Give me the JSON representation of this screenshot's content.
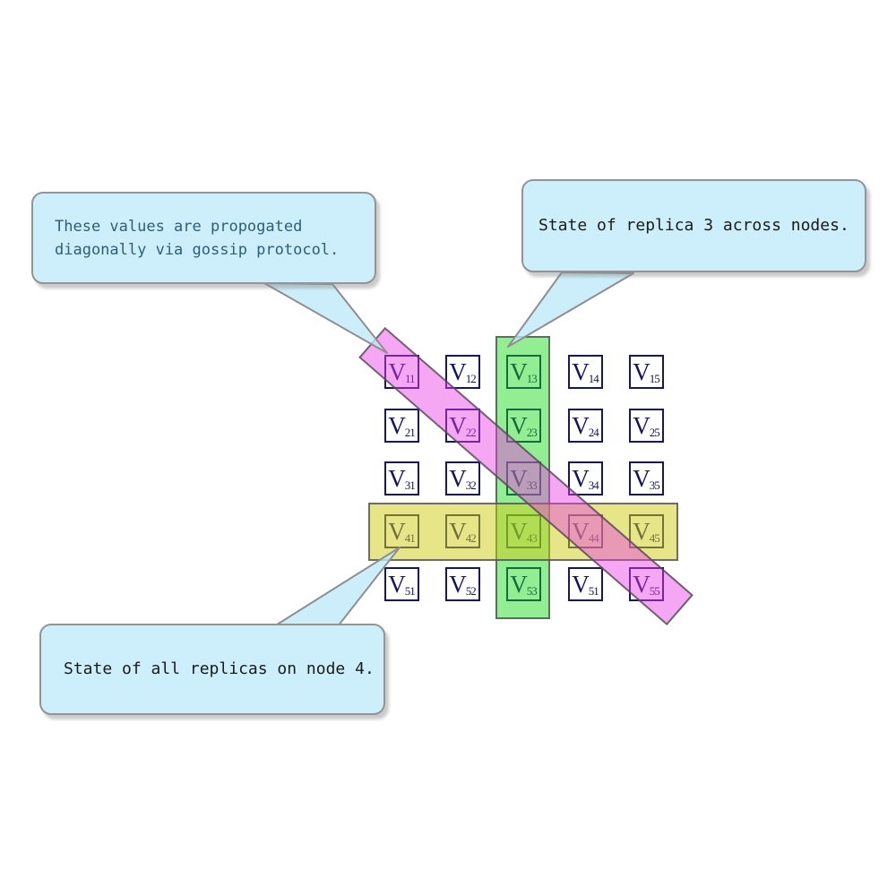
{
  "figure": {
    "callouts": {
      "gossip": {
        "line1": "These values are propogated",
        "line2": "diagonally via gossip protocol."
      },
      "replica3": {
        "text": "State of replica 3 across nodes."
      },
      "node4": {
        "text": "State of all replicas on node 4."
      }
    },
    "grid": {
      "base_symbol": "V",
      "rows": [
        [
          "11",
          "12",
          "13",
          "14",
          "15"
        ],
        [
          "21",
          "22",
          "23",
          "24",
          "25"
        ],
        [
          "31",
          "32",
          "33",
          "34",
          "35"
        ],
        [
          "41",
          "42",
          "43",
          "44",
          "45"
        ],
        [
          "51",
          "52",
          "53",
          "51",
          "55"
        ]
      ]
    },
    "highlights": {
      "column_replica3": "green",
      "row_node4": "yellow",
      "diagonal_gossip": "pink"
    },
    "colors": {
      "callout_fill": "#cdeefb",
      "callout_border": "#949494",
      "gossip_text": "#2e5f7a",
      "callout_text": "#1b1b1b",
      "cell_border": "#17175f",
      "cell_text": "#131360",
      "green_band": "#90ee90",
      "yellow_band": "#e6e68a",
      "pink_band": "#f6a7f4",
      "band_border": "#6f6f6f"
    }
  }
}
